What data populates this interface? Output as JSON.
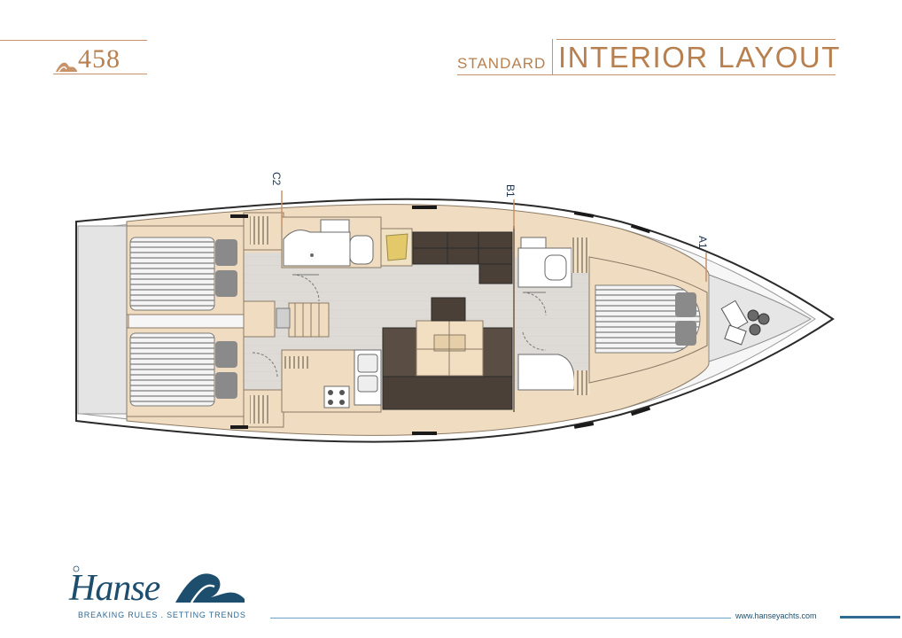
{
  "header": {
    "model": "458",
    "subtitle": "STANDARD",
    "title": "INTERIOR LAYOUT"
  },
  "sections": {
    "a": "A1",
    "b": "B1",
    "c": "C2"
  },
  "brand": {
    "name": "Hanse",
    "tagline": "BREAKING RULES . SETTING TRENDS",
    "url": "www.hanseyachts.com"
  },
  "colors": {
    "accent": "#b9804f",
    "brand_blue": "#1d4e6e",
    "wood": "#f0dcc0",
    "floor": "#dcdcdc",
    "upholstery": "#4a4038"
  }
}
